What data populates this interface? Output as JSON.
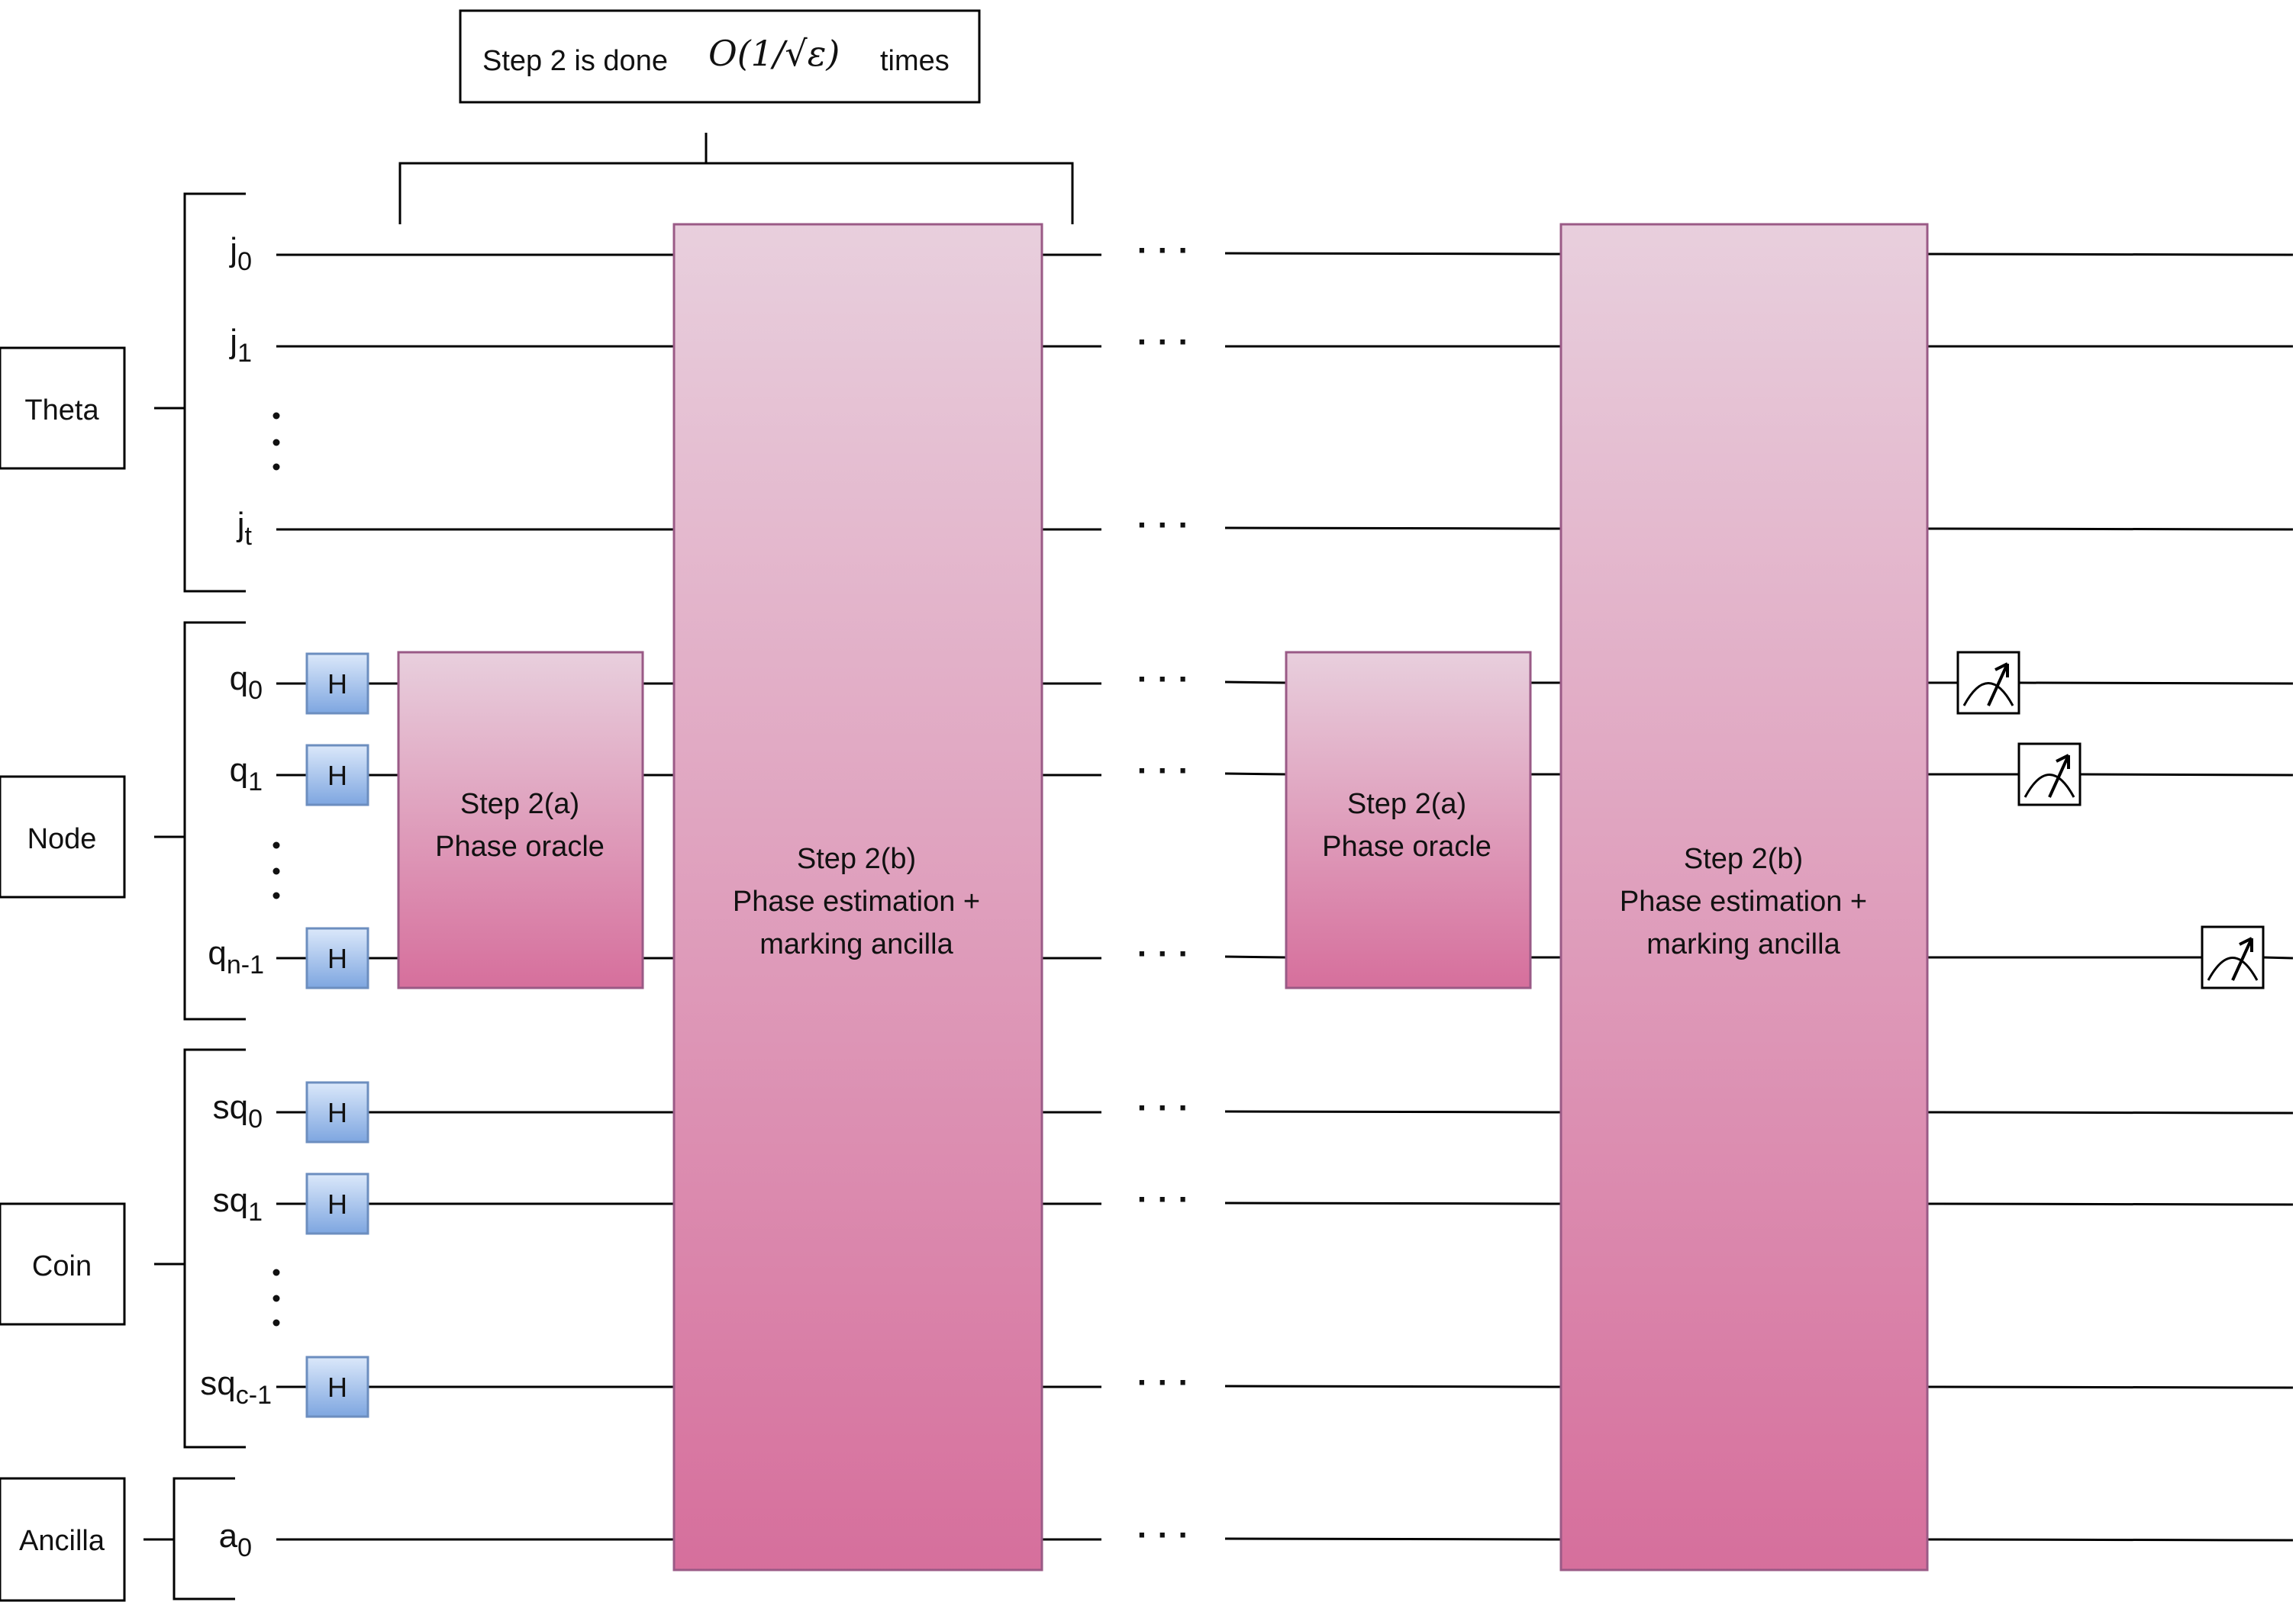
{
  "annotation": {
    "prefix": "Step 2 is done",
    "formula": "O(1/√ε)",
    "suffix": "times"
  },
  "groups": [
    {
      "label": "Theta"
    },
    {
      "label": "Node"
    },
    {
      "label": "Coin"
    },
    {
      "label": "Ancilla"
    }
  ],
  "wires": [
    {
      "base": "j",
      "sub": "0"
    },
    {
      "base": "j",
      "sub": "1"
    },
    {
      "base": "j",
      "sub": "t"
    },
    {
      "base": "q",
      "sub": "0"
    },
    {
      "base": "q",
      "sub": "1"
    },
    {
      "base": "q",
      "sub": "n-1"
    },
    {
      "base": "sq",
      "sub": "0"
    },
    {
      "base": "sq",
      "sub": "1"
    },
    {
      "base": "sq",
      "sub": "c-1"
    },
    {
      "base": "a",
      "sub": "0"
    }
  ],
  "hadamard_label": "H",
  "continuation": "· · ·",
  "blocks": {
    "oracle": {
      "line1": "Step 2(a)",
      "line2": "Phase oracle"
    },
    "estimation": {
      "line1": "Step 2(b)",
      "line2": "Phase estimation +",
      "line3": "marking ancilla"
    }
  },
  "colors": {
    "block_top": "#e8cfdd",
    "block_bottom": "#d66f9c",
    "block_border": "#9a5a86",
    "gate_top": "#dbe8fa",
    "gate_bottom": "#7ea6e0",
    "gate_border": "#6c8ebf"
  }
}
